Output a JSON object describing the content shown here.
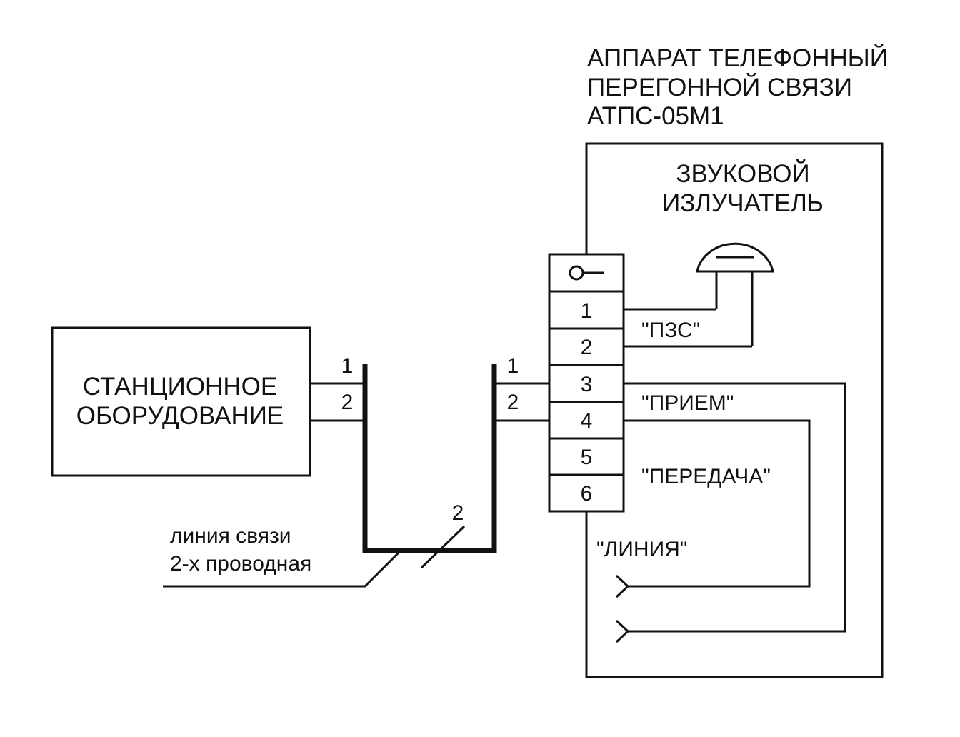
{
  "device": {
    "title_lines": [
      "АППАРАТ ТЕЛЕФОННЫЙ",
      "ПЕРЕГОННОЙ СВЯЗИ",
      "АТПС-05М1"
    ]
  },
  "emitter": {
    "label_lines": [
      "ЗВУКОВОЙ",
      "ИЗЛУЧАТЕЛЬ"
    ]
  },
  "station": {
    "label_lines": [
      "СТАНЦИОННОЕ",
      "ОБОРУДОВАНИЕ"
    ],
    "pins": [
      "1",
      "2"
    ]
  },
  "terminal_block": {
    "terminals": [
      "1",
      "2",
      "3",
      "4",
      "5",
      "6"
    ]
  },
  "cable": {
    "left_pins": [
      "1",
      "2"
    ],
    "wire_count": "2",
    "line_label_lines": [
      "линия связи",
      "2-х проводная"
    ]
  },
  "signals": {
    "pzs": "\"ПЗС\"",
    "priem": "\"ПРИЕМ\"",
    "peredacha": "\"ПЕРЕДАЧА\"",
    "liniya": "\"ЛИНИЯ\""
  }
}
